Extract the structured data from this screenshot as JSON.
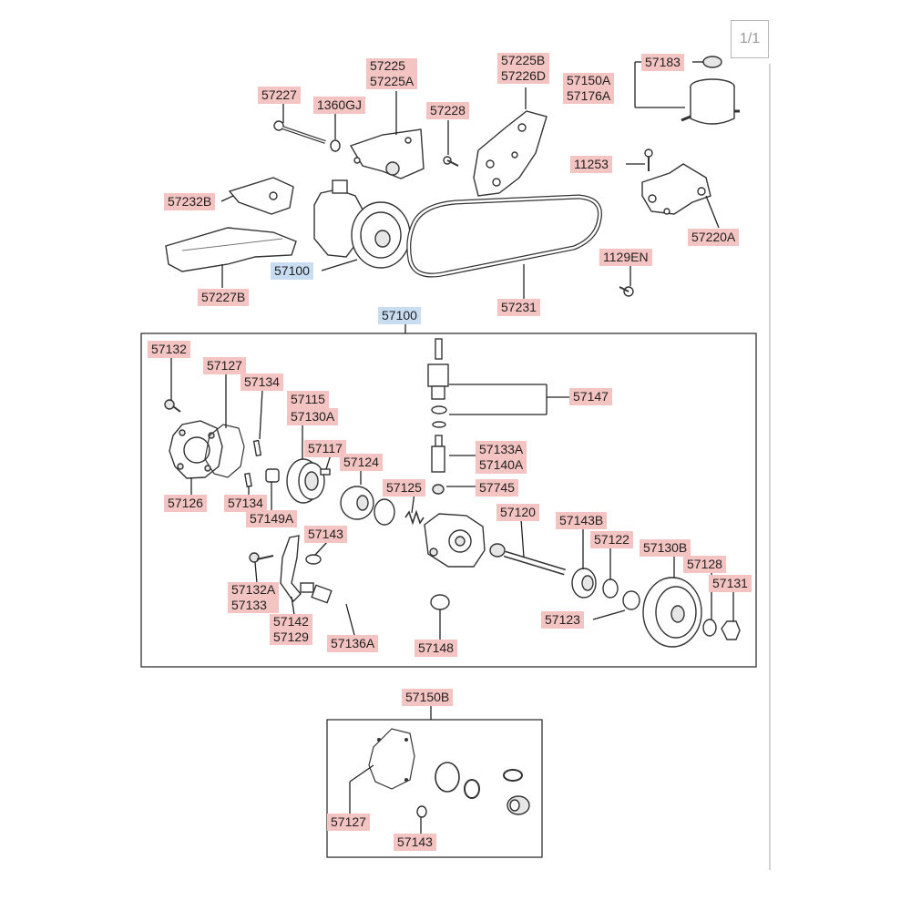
{
  "page_indicator": "1/1",
  "callouts": {
    "c57227": "57227",
    "c1360gj": "1360GJ",
    "c57225_a": "57225",
    "c57225_b": "57225A",
    "c57228": "57228",
    "c57225b_a": "57225B",
    "c57225b_b": "57226D",
    "c57150a_a": "57150A",
    "c57150a_b": "57176A",
    "c57183": "57183",
    "c11253": "11253",
    "c57232b": "57232B",
    "c57220a": "57220A",
    "c57100_top": "57100",
    "c57227b": "57227B",
    "c57231": "57231",
    "c1129en": "1129EN",
    "c57100_group": "57100",
    "c57132": "57132",
    "c57127": "57127",
    "c57134": "57134",
    "c57115": "57115",
    "c57130a": "57130A",
    "c57147": "57147",
    "c57117": "57117",
    "c57124": "57124",
    "c57133a": "57133A",
    "c57140a": "57140A",
    "c57126": "57126",
    "c57134b": "57134",
    "c57149a": "57149A",
    "c57125": "57125",
    "c57745": "57745",
    "c57120": "57120",
    "c57143b": "57143B",
    "c57122": "57122",
    "c57130b": "57130B",
    "c57128": "57128",
    "c57131": "57131",
    "c57143": "57143",
    "c57132a_a": "57132A",
    "c57132a_b": "57133",
    "c57142_a": "57142",
    "c57142_b": "57129",
    "c57136a": "57136A",
    "c57148": "57148",
    "c57123": "57123",
    "c57150b": "57150B",
    "c57127_kit": "57127",
    "c57143_kit": "57143"
  }
}
